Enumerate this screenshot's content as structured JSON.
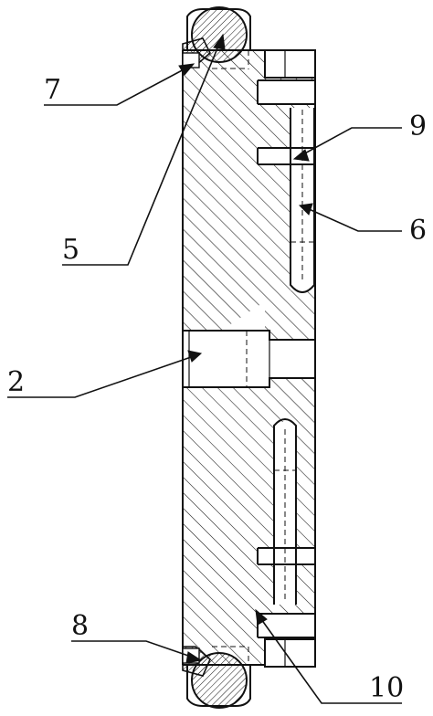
{
  "callouts": {
    "c2": "2",
    "c5": "5",
    "c6": "6",
    "c7": "7",
    "c8": "8",
    "c9": "9",
    "c10": "10"
  }
}
